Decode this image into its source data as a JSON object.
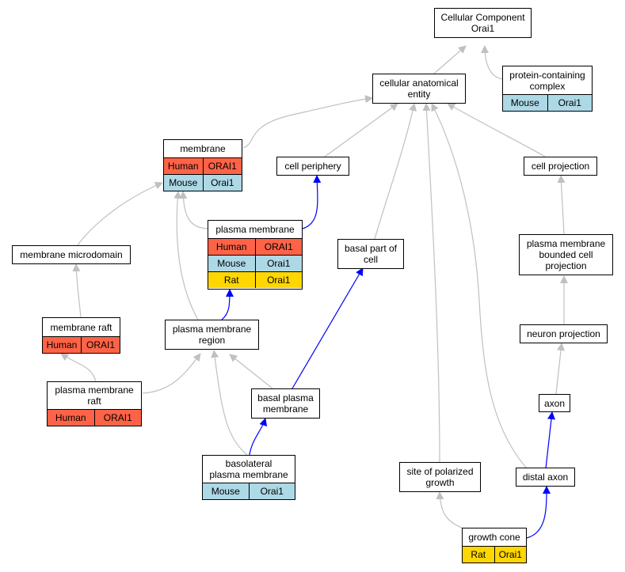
{
  "colors": {
    "human": "#ff6347",
    "mouse": "#add8e6",
    "rat": "#ffd700",
    "edge_gray": "#c0c0c0",
    "edge_blue": "#0000ff"
  },
  "nodes": {
    "root": {
      "label": "Cellular Component\nOrai1",
      "rows": []
    },
    "cae": {
      "label": "cellular anatomical\nentity",
      "rows": []
    },
    "pcc": {
      "label": "protein-containing\ncomplex",
      "rows": [
        {
          "species": "Mouse",
          "gene": "Orai1",
          "color": "mouse"
        }
      ]
    },
    "membrane": {
      "label": "membrane",
      "rows": [
        {
          "species": "Human",
          "gene": "ORAI1",
          "color": "human"
        },
        {
          "species": "Mouse",
          "gene": "Orai1",
          "color": "mouse"
        }
      ]
    },
    "cellperiphery": {
      "label": "cell periphery",
      "rows": []
    },
    "cellprojection": {
      "label": "cell projection",
      "rows": []
    },
    "plasmamembrane": {
      "label": "plasma membrane",
      "rows": [
        {
          "species": "Human",
          "gene": "ORAI1",
          "color": "human"
        },
        {
          "species": "Mouse",
          "gene": "Orai1",
          "color": "mouse"
        },
        {
          "species": "Rat",
          "gene": "Orai1",
          "color": "rat"
        }
      ]
    },
    "membranemicrodomain": {
      "label": "membrane microdomain",
      "rows": []
    },
    "basalpart": {
      "label": "basal part of\ncell",
      "rows": []
    },
    "pmbcp": {
      "label": "plasma membrane\nbounded cell\nprojection",
      "rows": []
    },
    "membraneraft": {
      "label": "membrane raft",
      "rows": [
        {
          "species": "Human",
          "gene": "ORAI1",
          "color": "human"
        }
      ]
    },
    "pmregion": {
      "label": "plasma membrane\nregion",
      "rows": []
    },
    "neuronprojection": {
      "label": "neuron projection",
      "rows": []
    },
    "pmraft": {
      "label": "plasma membrane\nraft",
      "rows": [
        {
          "species": "Human",
          "gene": "ORAI1",
          "color": "human"
        }
      ]
    },
    "basalpm": {
      "label": "basal plasma\nmembrane",
      "rows": []
    },
    "axon": {
      "label": "axon",
      "rows": []
    },
    "basolateral": {
      "label": "basolateral\nplasma membrane",
      "rows": [
        {
          "species": "Mouse",
          "gene": "Orai1",
          "color": "mouse"
        }
      ]
    },
    "polarized": {
      "label": "site of polarized\ngrowth",
      "rows": []
    },
    "distalaxon": {
      "label": "distal axon",
      "rows": []
    },
    "growthcone": {
      "label": "growth cone",
      "rows": [
        {
          "species": "Rat",
          "gene": "Orai1",
          "color": "rat"
        }
      ]
    }
  }
}
